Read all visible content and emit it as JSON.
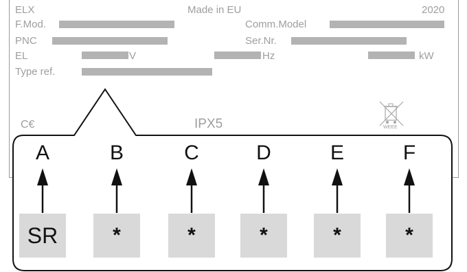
{
  "plate": {
    "brand": "ELX",
    "origin": "Made in EU",
    "year": "2020",
    "fmod_label": "F.Mod.",
    "comm_model_label": "Comm.Model",
    "pnc_label": "PNC",
    "sernr_label": "Ser.Nr.",
    "el_label": "EL",
    "volt_unit": "V",
    "hz_unit": "Hz",
    "kw_unit": "kW",
    "typeref_label": "Type ref.",
    "ce_mark": "C€",
    "ipx_rating": "IPX5",
    "weee_label": "WEEE"
  },
  "callout": {
    "labels": [
      "A",
      "B",
      "C",
      "D",
      "E",
      "F"
    ],
    "values": [
      "SR",
      "*",
      "*",
      "*",
      "*",
      "*"
    ]
  },
  "colors": {
    "plate_text": "#9e9e9e",
    "redacted_bar": "#b3b3b3",
    "value_box": "#d9d9d9",
    "callout_text": "#111111"
  }
}
